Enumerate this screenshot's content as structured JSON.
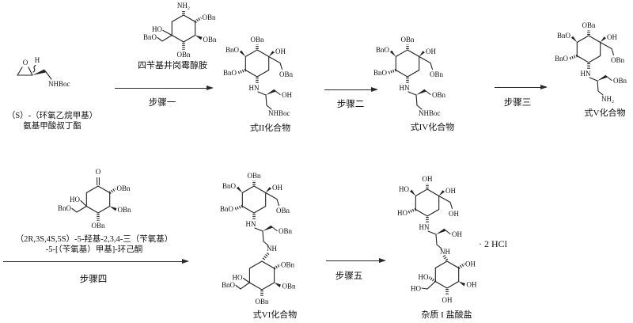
{
  "page": {
    "background": "#ffffff",
    "ink": "#222222"
  },
  "steps": {
    "s1": "步骤一",
    "s2": "步骤二",
    "s3": "步骤三",
    "s4": "步骤四",
    "s5": "步骤五"
  },
  "compounds": {
    "sm": {
      "caption_line1": "（S）-（环氧乙烷甲基）",
      "caption_line2": "氨基甲酸叔丁酯"
    },
    "reagent1": {
      "caption": "四苄基井岗霉醇胺"
    },
    "c2": {
      "caption": "式II化合物"
    },
    "c4": {
      "caption": "式IV化合物"
    },
    "c5": {
      "caption": "式V化合物"
    },
    "reagent2": {
      "caption_line1": "（2R,3S,4S,5S）-5-羟基-2,3,4-三（苄氧基）",
      "caption_line2": "-5-[（苄氧基）甲基]-环己酮"
    },
    "c6": {
      "caption": "式VI化合物"
    },
    "product": {
      "caption": "杂质 I 盐酸盐",
      "salt": "· 2 HCl"
    }
  },
  "atoms": {
    "O": "O",
    "H": "H",
    "NH2": "NH₂",
    "OBn": "OBn",
    "BnO": "BnO",
    "HO": "HO",
    "OH": "OH",
    "HN": "HN",
    "NH": "NH",
    "NHBoc": "NHBoc"
  }
}
